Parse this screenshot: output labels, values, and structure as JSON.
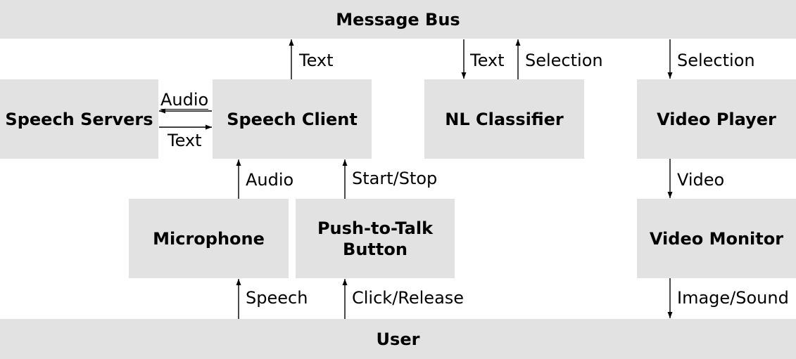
{
  "nodes": {
    "message_bus": "Message Bus",
    "speech_servers": "Speech Servers",
    "speech_client": "Speech Client",
    "nl_classifier": "NL Classifier",
    "video_player": "Video Player",
    "microphone": "Microphone",
    "push_to_talk_line1": "Push-to-Talk",
    "push_to_talk_line2": "Button",
    "video_monitor": "Video Monitor",
    "user": "User"
  },
  "edges": {
    "client_to_bus": "Text",
    "bus_to_classifier": "Text",
    "classifier_to_bus": "Selection",
    "bus_to_player": "Selection",
    "client_to_servers": "Audio",
    "servers_to_client": "Text",
    "mic_to_client": "Audio",
    "ptt_to_client": "Start/Stop",
    "player_to_monitor": "Video",
    "user_to_mic": "Speech",
    "user_to_ptt": "Click/Release",
    "monitor_to_user": "Image/Sound"
  }
}
